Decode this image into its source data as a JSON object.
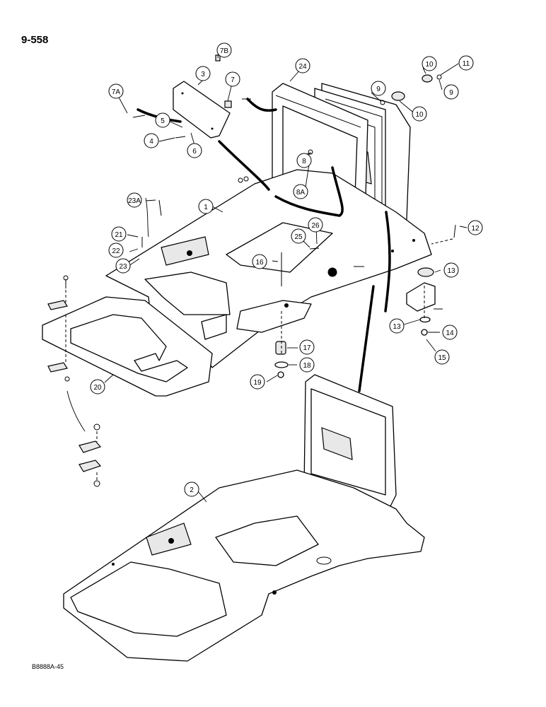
{
  "page": {
    "number": "9-558",
    "figure_code": "B8888A-45"
  },
  "callouts": {
    "c1": "1",
    "c2": "2",
    "c3": "3",
    "c4": "4",
    "c5": "5",
    "c6": "6",
    "c7": "7",
    "c7a": "7A",
    "c7b": "7B",
    "c8": "8",
    "c8a": "8A",
    "c9a": "9",
    "c9b": "9",
    "c10a": "10",
    "c10b": "10",
    "c11": "11",
    "c12": "12",
    "c13a": "13",
    "c13b": "13",
    "c14": "14",
    "c15": "15",
    "c16": "16",
    "c17": "17",
    "c18": "18",
    "c19": "19",
    "c20": "20",
    "c21": "21",
    "c22": "22",
    "c23": "23",
    "c23a": "23A",
    "c24": "24",
    "c25": "25",
    "c26": "26"
  }
}
